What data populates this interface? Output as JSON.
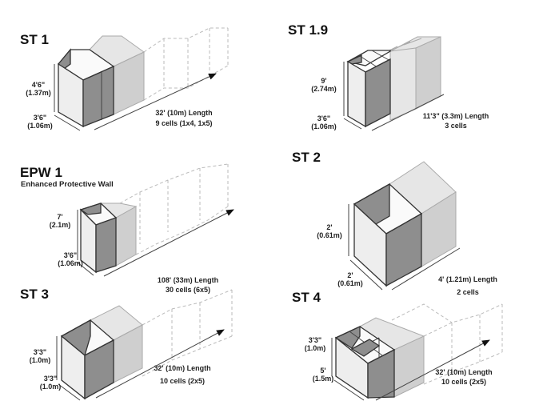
{
  "panels": {
    "st1": {
      "title": "ST 1",
      "height": [
        "4'6\"",
        "(1.37m)"
      ],
      "width": [
        "3'6\"",
        "(1.06m)"
      ],
      "length": "32' (10m) Length",
      "cells": "9 cells (1x4, 1x5)"
    },
    "st19": {
      "title": "ST 1.9",
      "height": [
        "9'",
        "(2.74m)"
      ],
      "width": [
        "3'6\"",
        "(1.06m)"
      ],
      "length": "11'3\" (3.3m) Length",
      "cells": "3 cells"
    },
    "epw1": {
      "title": "EPW 1",
      "subtitle": "Enhanced Protective Wall",
      "height": [
        "7'",
        "(2.1m)"
      ],
      "width": [
        "3'6\"",
        "(1.06m)"
      ],
      "length": "108' (33m) Length",
      "cells": "30 cells (6x5)"
    },
    "st2": {
      "title": "ST 2",
      "height": [
        "2'",
        "(0.61m)"
      ],
      "width": [
        "2'",
        "(0.61m)"
      ],
      "length": "4' (1.21m) Length",
      "cells": "2 cells"
    },
    "st3": {
      "title": "ST 3",
      "height": [
        "3'3\"",
        "(1.0m)"
      ],
      "width": [
        "3'3\"",
        "(1.0m)"
      ],
      "length": "32' (10m) Length",
      "cells": "10 cells  (2x5)"
    },
    "st4": {
      "title": "ST 4",
      "height": [
        "3'3\"",
        "(1.0m)"
      ],
      "width": [
        "5'",
        "(1.5m)"
      ],
      "length": "32' (10m) Length",
      "cells": "10 cells (2x5)"
    }
  }
}
